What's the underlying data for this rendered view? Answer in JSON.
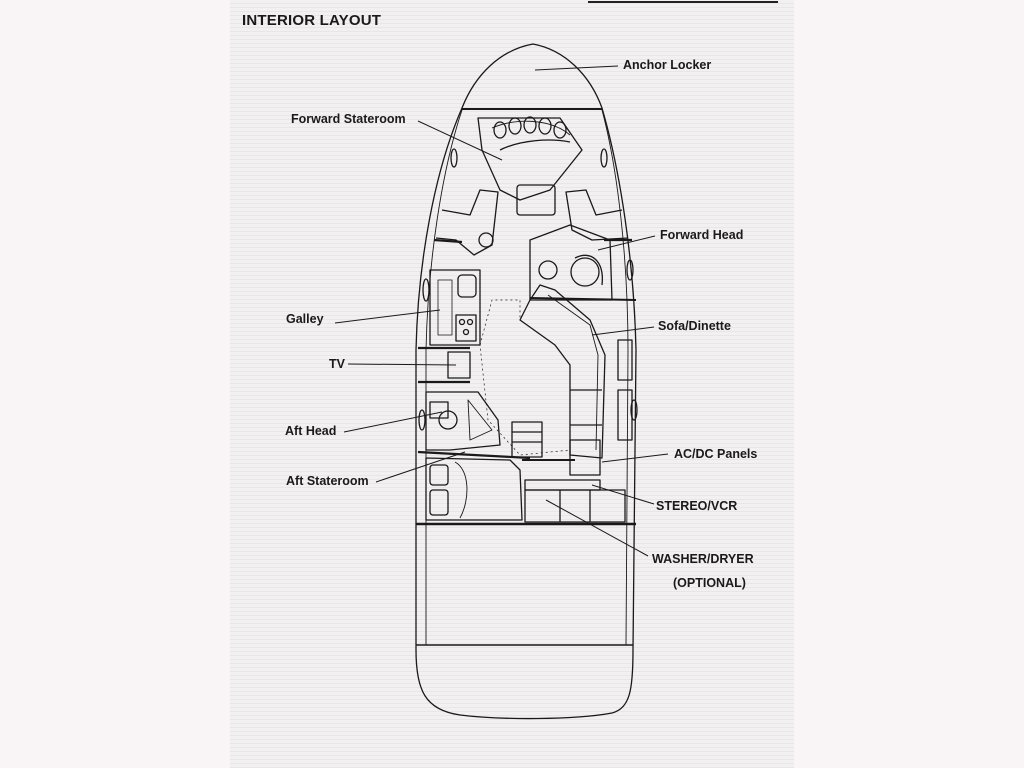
{
  "title": "INTERIOR LAYOUT",
  "labels": {
    "anchor_locker": "Anchor Locker",
    "forward_stateroom": "Forward Stateroom",
    "forward_head": "Forward Head",
    "galley": "Galley",
    "sofa_dinette": "Sofa/Dinette",
    "tv": "TV",
    "aft_head": "Aft Head",
    "ac_dc_panels": "AC/DC Panels",
    "aft_stateroom": "Aft Stateroom",
    "stereo_vcr": "STEREO/VCR",
    "washer_dryer": "WASHER/DRYER",
    "optional": "(OPTIONAL)"
  },
  "colors": {
    "ink": "#1a1a1a",
    "paper": "#f2f0f1"
  }
}
